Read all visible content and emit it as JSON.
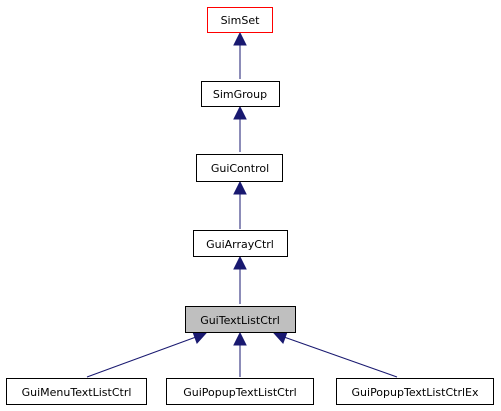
{
  "diagram": {
    "nodes": [
      {
        "id": "simset",
        "label": "SimSet",
        "role": "external"
      },
      {
        "id": "simgroup",
        "label": "SimGroup",
        "role": "normal"
      },
      {
        "id": "guicontrol",
        "label": "GuiControl",
        "role": "normal"
      },
      {
        "id": "guiarrayctrl",
        "label": "GuiArrayCtrl",
        "role": "normal"
      },
      {
        "id": "guitextlistctrl",
        "label": "GuiTextListCtrl",
        "role": "current"
      },
      {
        "id": "guimenutextlistctrl",
        "label": "GuiMenuTextListCtrl",
        "role": "normal"
      },
      {
        "id": "guipopuptextlistctrl",
        "label": "GuiPopupTextListCtrl",
        "role": "normal"
      },
      {
        "id": "guipopuptextlistctrlex",
        "label": "GuiPopupTextListCtrlEx",
        "role": "normal"
      }
    ],
    "edges": [
      {
        "from": "simgroup",
        "to": "simset"
      },
      {
        "from": "guicontrol",
        "to": "simgroup"
      },
      {
        "from": "guiarrayctrl",
        "to": "guicontrol"
      },
      {
        "from": "guitextlistctrl",
        "to": "guiarrayctrl"
      },
      {
        "from": "guimenutextlistctrl",
        "to": "guitextlistctrl"
      },
      {
        "from": "guipopuptextlistctrl",
        "to": "guitextlistctrl"
      },
      {
        "from": "guipopuptextlistctrlex",
        "to": "guitextlistctrl"
      }
    ],
    "colors": {
      "edge": "#191970",
      "external_border": "#ff0000",
      "current_fill": "#bfbfbf",
      "border": "#000000"
    }
  }
}
